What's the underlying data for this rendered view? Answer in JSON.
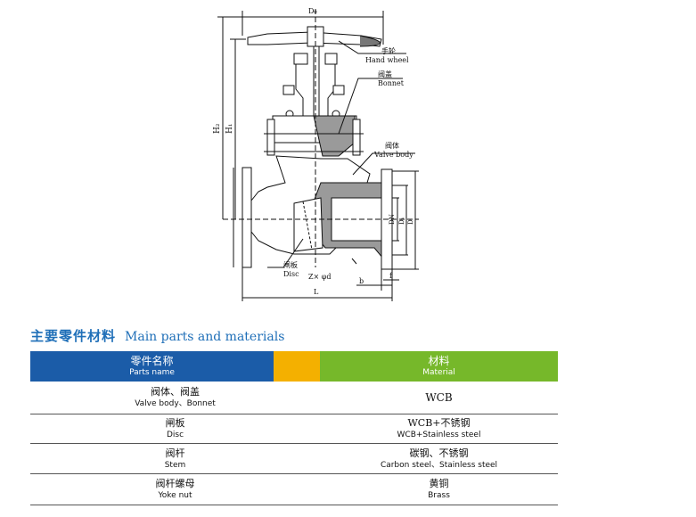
{
  "drawing": {
    "dim_d0": "D₀",
    "dim_h2": "H₂",
    "dim_h1": "H₁",
    "dim_dn": "DN",
    "dim_d1": "D₁",
    "dim_d": "D",
    "dim_b": "b",
    "dim_f": "f",
    "dim_l": "L",
    "dim_holes": "Z× φd",
    "label_handwheel_zh": "手轮",
    "label_handwheel_en": "Hand wheel",
    "label_bonnet_zh": "阀盖",
    "label_bonnet_en": "Bonnet",
    "label_body_zh": "阀体",
    "label_body_en": "Valve body",
    "label_disc_zh": "闸板",
    "label_disc_en": "Disc"
  },
  "section": {
    "title_zh": "主要零件材料",
    "title_en": "Main parts and materials"
  },
  "table": {
    "header": {
      "name_zh": "零件名称",
      "name_en": "Parts name",
      "material_zh": "材料",
      "material_en": "Material"
    },
    "rows": [
      {
        "part_zh": "阀体、阀盖",
        "part_en": "Valve body、Bonnet",
        "mat_zh": "",
        "mat_en": "WCB"
      },
      {
        "part_zh": "闸板",
        "part_en": "Disc",
        "mat_zh": "WCB+不锈钢",
        "mat_en": "WCB+Stainless steel"
      },
      {
        "part_zh": "阀杆",
        "part_en": "Stem",
        "mat_zh": "碳钢、不锈钢",
        "mat_en": "Carbon steel、Stainless steel"
      },
      {
        "part_zh": "阀杆螺母",
        "part_en": "Yoke nut",
        "mat_zh": "黄铜",
        "mat_en": "Brass"
      }
    ]
  },
  "colors": {
    "title": "#1f6fb8",
    "header_blue": "#1b5ca8",
    "header_orange": "#f4b000",
    "header_green": "#76b82a"
  }
}
